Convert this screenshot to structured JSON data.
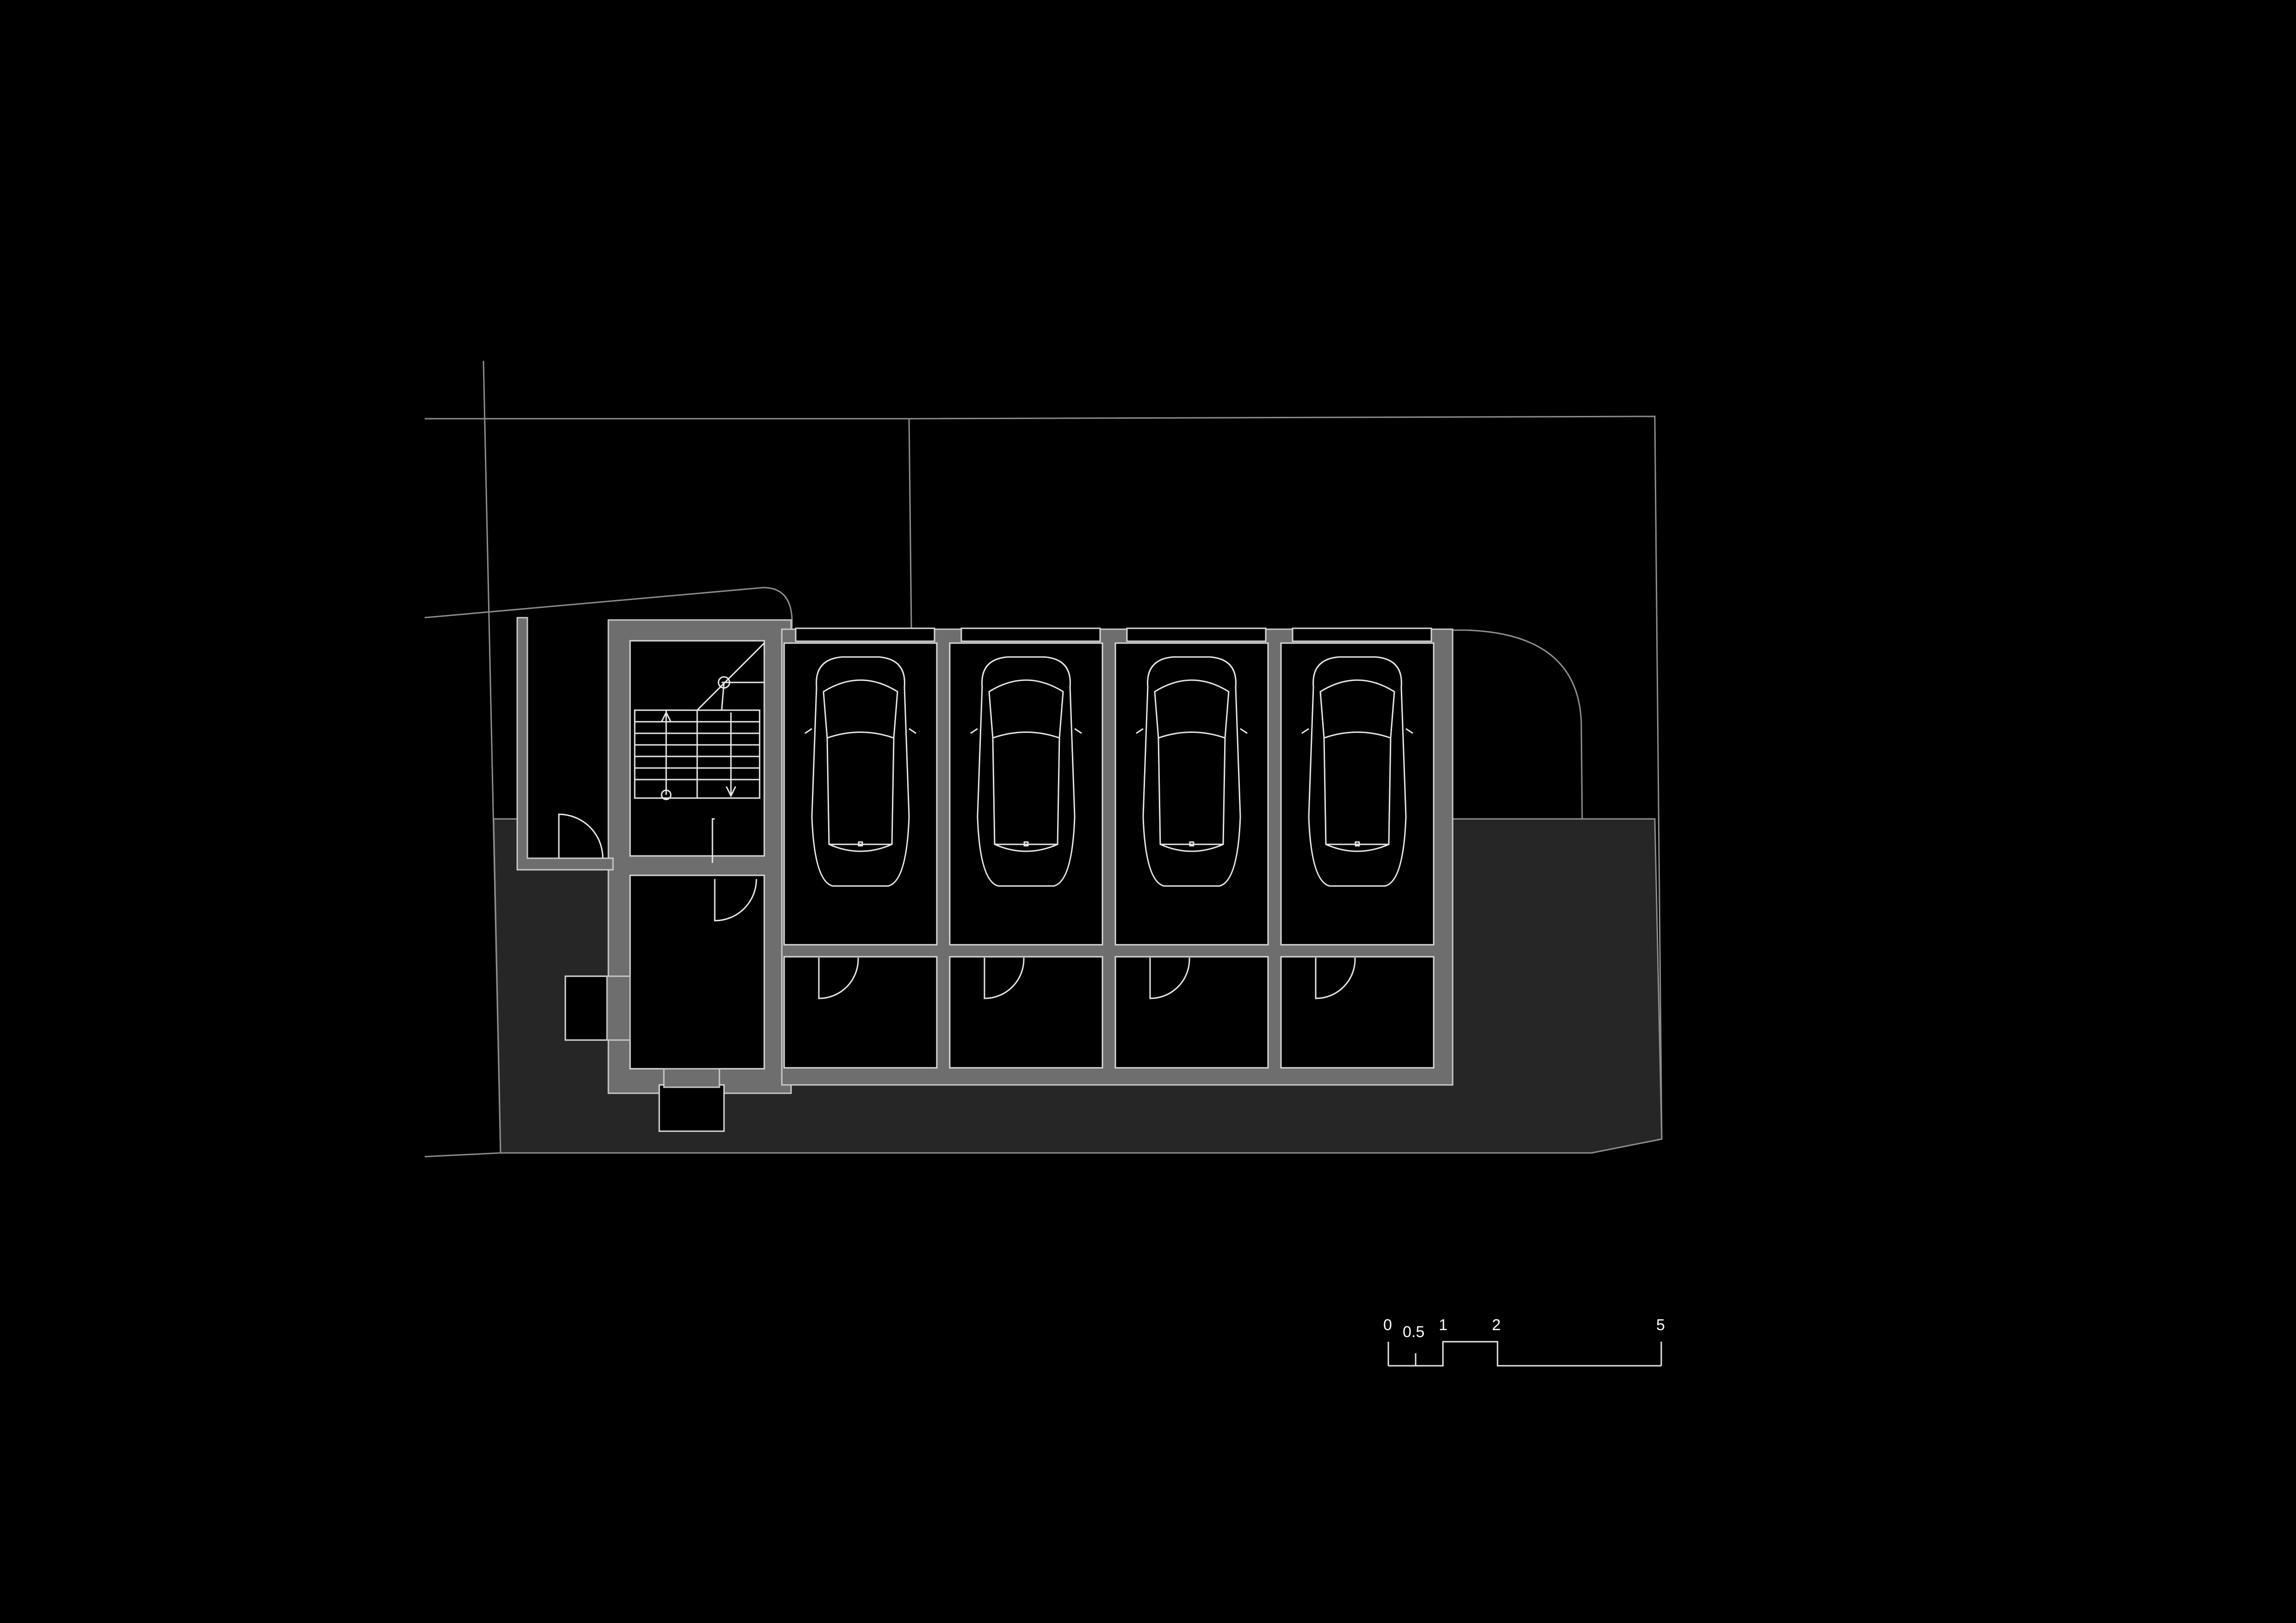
{
  "drawing": {
    "background_color": "#000000",
    "line_color": "#e6e6e6",
    "wall_fill_color": "#6e6e6e",
    "ground_fill_color": "#262626",
    "parking_spaces": 4,
    "storage_rooms": 4,
    "car_icon": "car-top-view-icon"
  },
  "scale_bar": {
    "labels": [
      "0",
      "0.5",
      "1",
      "2",
      "5"
    ]
  }
}
